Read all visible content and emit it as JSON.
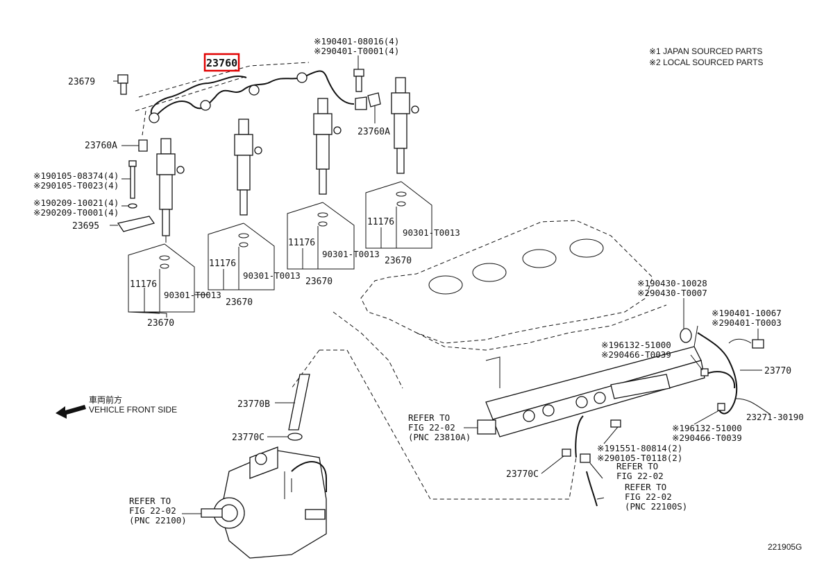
{
  "legend": {
    "note1": "※1 JAPAN SOURCED PARTS",
    "note2": "※2 LOCAL SOURCED PARTS"
  },
  "direction": {
    "jp_label": "車両前方",
    "en_label": "VEHICLE FRONT SIDE"
  },
  "highlight_part": "23760",
  "callouts": {
    "p23679": "23679",
    "p23760A_left": "23760A",
    "p23760A_right": "23760A",
    "bolt_top_1": "※190401-08016(4)",
    "bolt_top_2": "※290401-T0001(4)",
    "bolt_left_1": "※190105-08374(4)",
    "bolt_left_2": "※290105-T0023(4)",
    "washer_left_1": "※190209-10021(4)",
    "washer_left_2": "※290209-T0001(4)",
    "p23695": "23695",
    "p11176_a": "11176",
    "p11176_b": "11176",
    "p11176_c": "11176",
    "p11176_d": "11176",
    "p90301_a": "90301-T0013",
    "p90301_b": "90301-T0013",
    "p90301_c": "90301-T0013",
    "p90301_d": "90301-T0013",
    "p23670_a": "23670",
    "p23670_b": "23670",
    "p23670_c": "23670",
    "p23670_d": "23670",
    "bolt_r1_1": "※190430-10028",
    "bolt_r1_2": "※290430-T0007",
    "bolt_r2_1": "※190401-10067",
    "bolt_r2_2": "※290401-T0003",
    "clip_1": "※196132-51000",
    "clip_2": "※290466-T0039",
    "p23770": "23770",
    "p23271": "23271-30190",
    "clip_b_1": "※196132-51000",
    "clip_b_2": "※290466-T0039",
    "clamp_1": "※191551-80814(2)",
    "clamp_2": "※290105-T0118(2)",
    "p23770B": "23770B",
    "p23770C_left": "23770C",
    "p23770C_right": "23770C",
    "refer_rail_1": "REFER TO",
    "refer_rail_2": "FIG 22-02",
    "refer_rail_3": "(PNC 23810A)",
    "refer_pump_1": "REFER TO",
    "refer_pump_2": "FIG 22-02",
    "refer_pump_3": "(PNC 22100)",
    "refer_hose1_1": "REFER TO",
    "refer_hose1_2": "FIG 22-02",
    "refer_hose2_1": "REFER TO",
    "refer_hose2_2": "FIG 22-02",
    "refer_hose2_3": "(PNC 22100S)",
    "figure_id": "221905G"
  }
}
